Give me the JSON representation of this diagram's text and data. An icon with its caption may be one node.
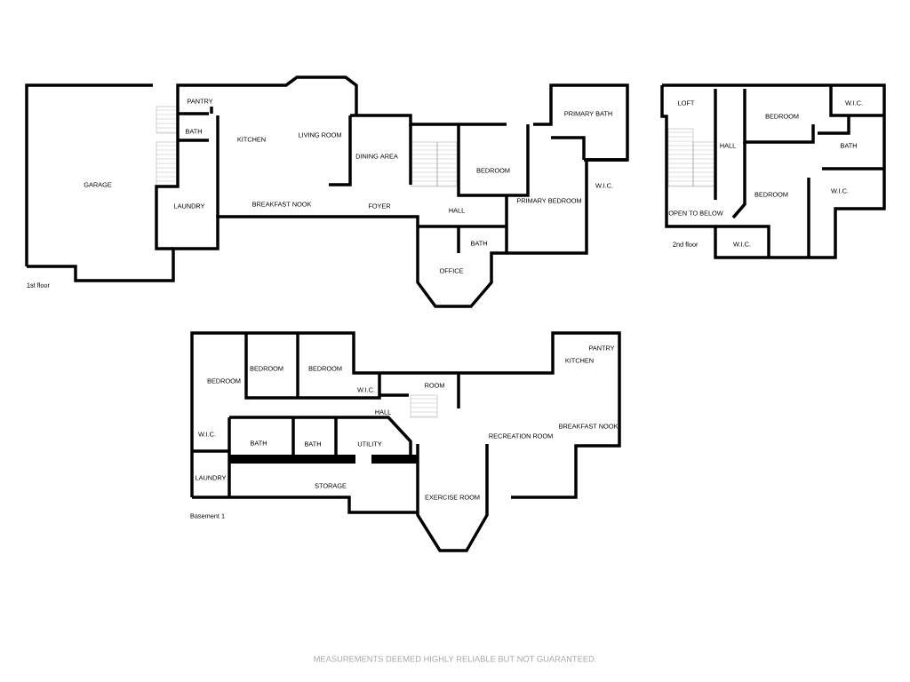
{
  "diagram": {
    "labels": [
      "PANTRY",
      "BATH",
      "KITCHEN",
      "LIVING ROOM",
      "GARAGE",
      "DINING AREA",
      "LAUNDRY",
      "BREAKFAST NOOK",
      "FOYER",
      "BEDROOM",
      "HALL",
      "PRIMARY BATH",
      "PRIMARY BEDROOM",
      "W.I.C.",
      "BATH",
      "OFFICE",
      "1st floor",
      "LOFT",
      "BEDROOM",
      "W.I.C.",
      "HALL",
      "BATH",
      "BEDROOM",
      "W.I.C.",
      "OPEN TO BELOW",
      "2nd floor",
      "W.I.C.",
      "BEDROOM",
      "BEDROOM",
      "BEDROOM",
      "KITCHEN",
      "PANTRY",
      "W.I.C.",
      "ROOM",
      "HALL",
      "BREAKFAST NOOK",
      "W.I.C.",
      "BATH",
      "BATH",
      "UTILITY",
      "RECREATION ROOM",
      "LAUNDRY",
      "STORAGE",
      "EXERCISE ROOM",
      "Basement 1",
      "MEASUREMENTS DEEMED HIGHLY RELIABLE BUT NOT GUARANTEED."
    ]
  }
}
